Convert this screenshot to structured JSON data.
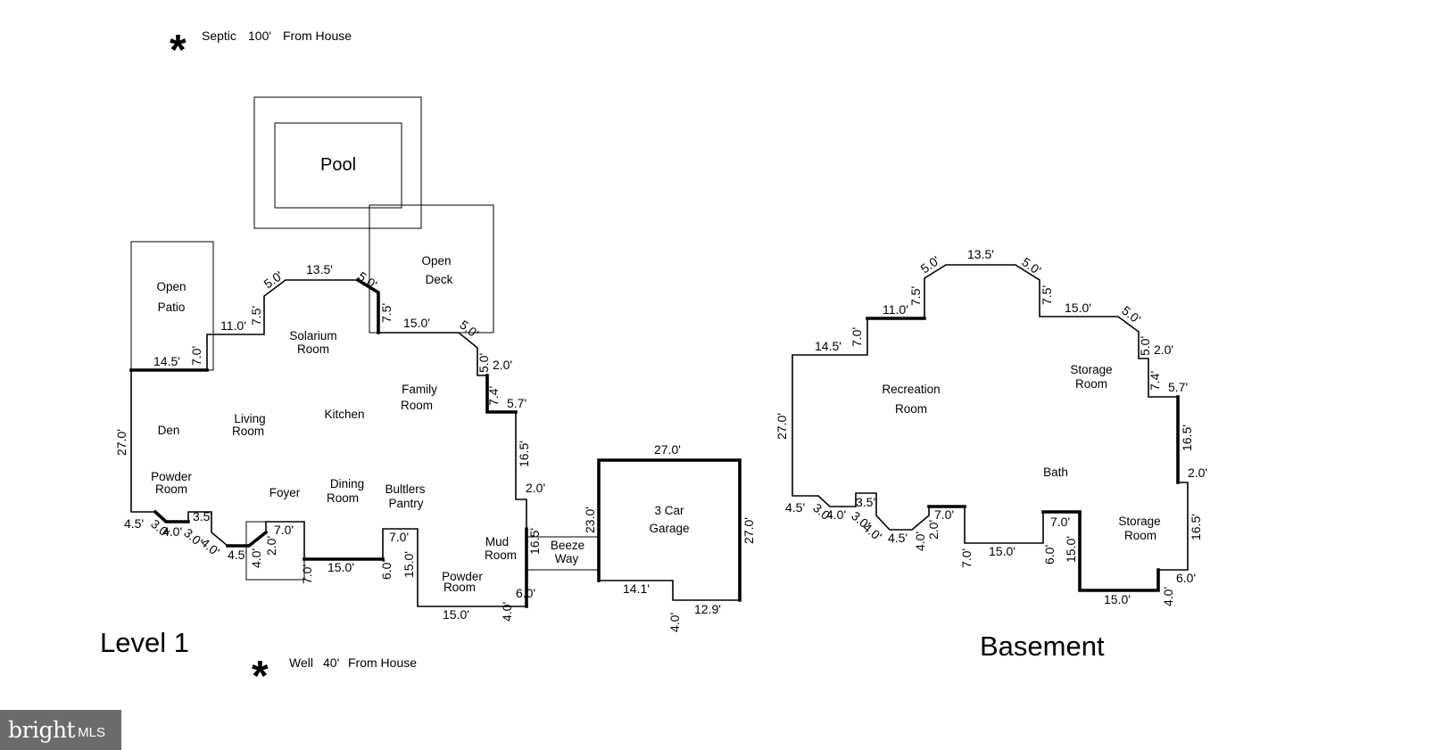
{
  "notes": {
    "septic": {
      "label": "Septic",
      "distance": "100'",
      "suffix": "From House"
    },
    "well": {
      "label": "Well",
      "distance": "40'",
      "suffix": "From House"
    }
  },
  "levels": {
    "level1": "Level 1",
    "basement": "Basement"
  },
  "rooms": {
    "pool": "Pool",
    "open_patio": [
      "Open",
      "Patio"
    ],
    "open_deck": [
      "Open",
      "Deck"
    ],
    "solarium": [
      "Solarium",
      "Room"
    ],
    "family": [
      "Family",
      "Room"
    ],
    "den": "Den",
    "living": [
      "Living",
      "Room"
    ],
    "kitchen": "Kitchen",
    "powder_l1_left": [
      "Powder",
      "Room"
    ],
    "foyer": "Foyer",
    "dining": [
      "Dining",
      "Room"
    ],
    "butlers": [
      "Bultlers",
      "Pantry"
    ],
    "mud": [
      "Mud",
      "Room"
    ],
    "powder_l1_bottom": [
      "Powder",
      "Room"
    ],
    "breezeway": [
      "Beeze",
      "Way"
    ],
    "garage": [
      "3 Car",
      "Garage"
    ],
    "recreation": [
      "Recreation",
      "Room"
    ],
    "storage_top": [
      "Storage",
      "Room"
    ],
    "bath": "Bath",
    "storage_bottom": [
      "Storage",
      "Room"
    ]
  },
  "dimensions": {
    "l1": [
      "13.5'",
      "5.0'",
      "5.0'",
      "7.5'",
      "11.0'",
      "7.5'",
      "15.0'",
      "5.0'",
      "7.0'",
      "14.5'",
      "5.0'",
      "2.0'",
      "7.4'",
      "5.7'",
      "16.5'",
      "2.0'",
      "27.0'",
      "4.5'",
      "3.0'",
      "4.0'",
      "3.0'",
      "3.5'",
      "4.0'",
      "4.5'",
      "4.0'",
      "2.0'",
      "7.0'",
      "7.0'",
      "15.0'",
      "6.0'",
      "7.0'",
      "15.0'",
      "16.5'",
      "6.0'",
      "15.0'",
      "4.0'"
    ],
    "garage": [
      "27.0'",
      "23.0'",
      "27.0'",
      "14.1'",
      "12.9'",
      "4.0'"
    ],
    "basement": [
      "13.5'",
      "5.0'",
      "5.0'",
      "7.5'",
      "7.5'",
      "11.0'",
      "15.0'",
      "5.0'",
      "7.0'",
      "14.5'",
      "5.0'",
      "2.0'",
      "7.4'",
      "5.7'",
      "16.5'",
      "27.0'",
      "2.0'",
      "16.5'",
      "6.0'",
      "4.0'",
      "15.0'",
      "15.0'",
      "6.0'",
      "7.0'",
      "15.0'",
      "7.0'",
      "7.0'",
      "2.0'",
      "4.0'",
      "4.5'",
      "4.0'",
      "3.0'",
      "3.5'",
      "4.0'",
      "3.0'",
      "4.5'"
    ]
  },
  "logo": {
    "brand": "bright",
    "suffix": "MLS"
  }
}
